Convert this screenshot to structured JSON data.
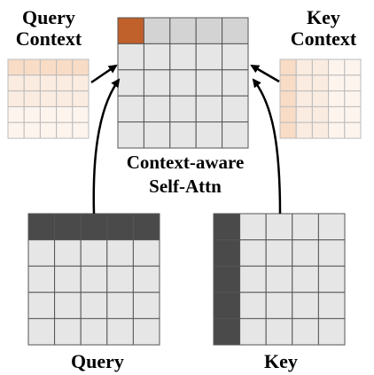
{
  "labels": {
    "query_context": [
      "Query",
      "Context"
    ],
    "key_context": [
      "Key",
      "Context"
    ],
    "attention": [
      "Context-aware",
      "Self-Attn"
    ],
    "query": "Query",
    "key": "Key"
  },
  "colors": {
    "cell_light": "#e6e6e6",
    "cell_border": "#555555",
    "highlight_cell": "#c0612b",
    "attn_top_row": "#d3d3d3",
    "dark_cell": "#4a4a4a",
    "context_mid": "#f8dcc6",
    "context_light": "#fbece1",
    "context_pale": "#fdf4ee",
    "context_border": "#bbbbbb",
    "arrow": "#000000"
  }
}
